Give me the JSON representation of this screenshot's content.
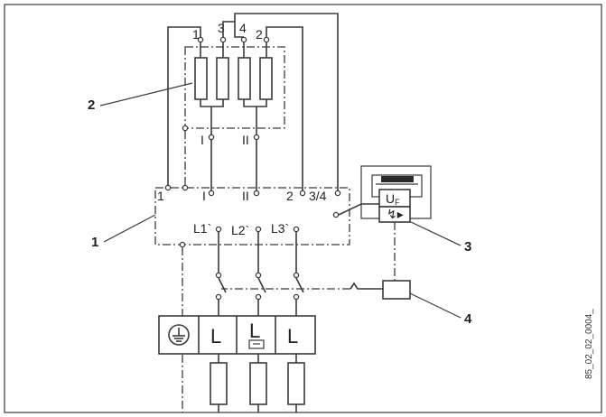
{
  "diagram": {
    "block2_terminals": {
      "t1": "1",
      "t3": "3",
      "t4": "4",
      "t2": "2"
    },
    "block2_outputs": {
      "out_i": "I",
      "out_ii": "II"
    },
    "block1_terminals": {
      "t1": "1",
      "i": "I",
      "ii": "II",
      "t2": "2",
      "t34": "3/4"
    },
    "phase_labels": {
      "l1": "L1`",
      "l2": "L2`",
      "l3": "L3`"
    },
    "terminal_block_labels": {
      "l_a": "L",
      "l_b": "L",
      "l_c": "L"
    },
    "uf_label": {
      "u": "U",
      "sub": "F"
    },
    "callouts": {
      "c1": "1",
      "c2": "2",
      "c3": "3",
      "c4": "4"
    },
    "drawing_code": "85_02_02_0004_"
  }
}
